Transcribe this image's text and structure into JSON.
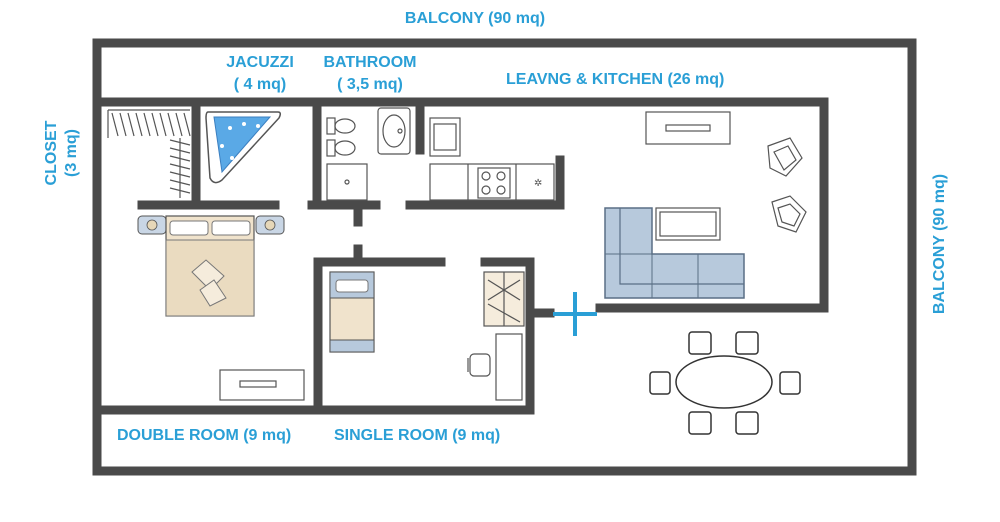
{
  "title": "",
  "colors": {
    "wall": "#4a4a4a",
    "label": "#2a9fd6",
    "sofa": "#b7c9dc",
    "bed": "#f0e3cc",
    "cross": "#2a9fd6"
  },
  "labels": {
    "balcony_top": "BALCONY (90 mq)",
    "balcony_right": "BALCONY (90 mq)",
    "jacuzzi_name": "JACUZZI",
    "jacuzzi_area": "( 4 mq)",
    "bathroom_name": "BATHROOM",
    "bathroom_area": "( 3,5 mq)",
    "living": "LEAVNG & KITCHEN (26 mq)",
    "closet_name": "CLOSET",
    "closet_area": "(3 mq)",
    "double_room": "DOUBLE ROOM (9 mq)",
    "single_room": "SINGLE ROOM (9 mq)"
  },
  "icons": [
    "wardrobe-icon",
    "jacuzzi-icon",
    "toilet-icon",
    "bidet-icon",
    "washbasin-icon",
    "shower-icon",
    "fridge-icon",
    "stove-icon",
    "washing-machine-icon",
    "tv-icon",
    "armchair-icon",
    "sofa-icon",
    "double-bed-icon",
    "single-bed-icon",
    "desk-icon",
    "chair-icon",
    "dining-table-icon"
  ]
}
